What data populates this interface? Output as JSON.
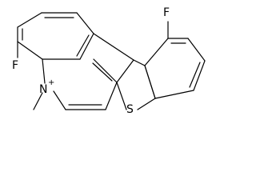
{
  "molecule": {
    "atoms": {
      "f_top": "F",
      "f_left": "F",
      "n": "N",
      "n_charge": "+",
      "s": "S"
    },
    "colors": {
      "background": "#ffffff",
      "bond": "#000000",
      "label": "#000000"
    }
  }
}
